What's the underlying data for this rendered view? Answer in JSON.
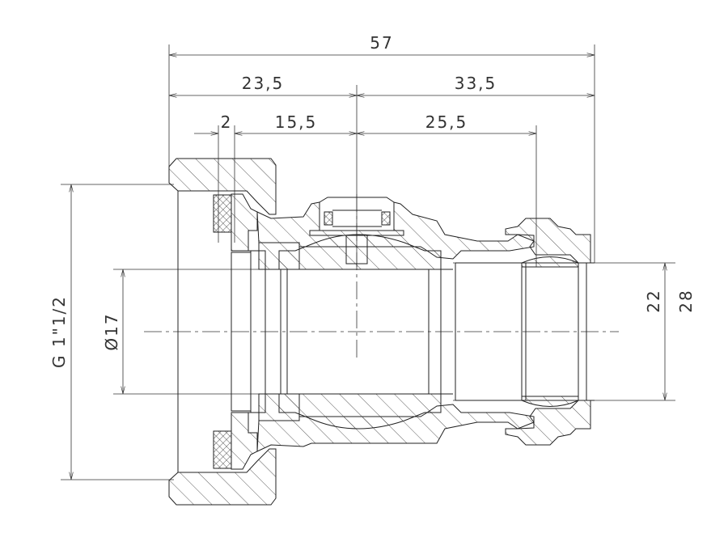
{
  "drawing": {
    "title": "Ball valve union fitting cross-section",
    "dimensions": {
      "overall_length": "57",
      "left_length": "23,5",
      "right_length": "33,5",
      "gasket": "2",
      "left_inner": "15,5",
      "right_inner": "25,5",
      "thread": "G 1\"1/2",
      "bore": "Ø17",
      "pipe_inner": "22",
      "pipe_outer": "28"
    },
    "line_color": "#222222",
    "background": "#ffffff"
  }
}
